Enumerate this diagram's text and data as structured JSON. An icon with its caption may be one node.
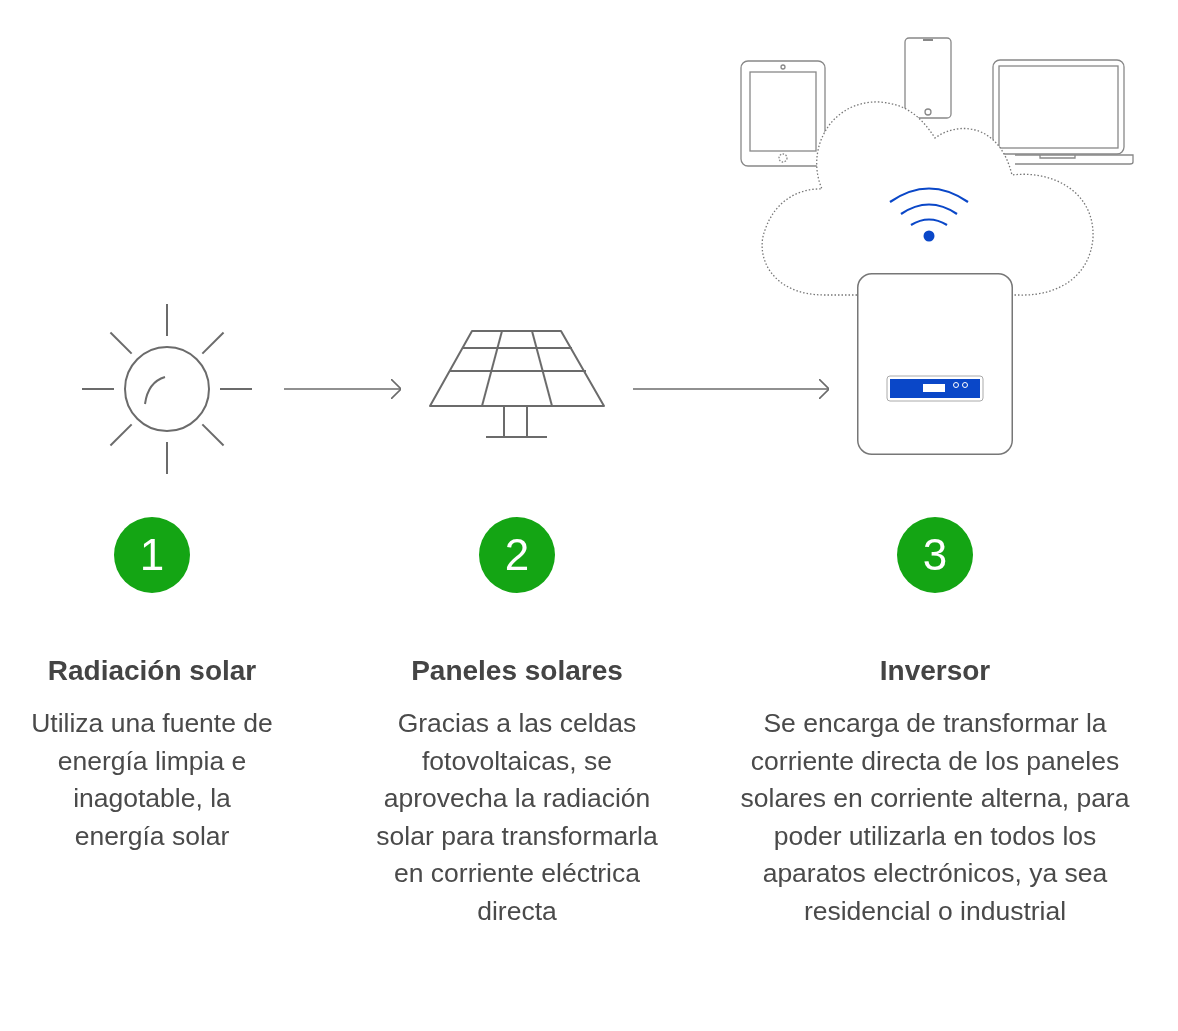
{
  "diagram": {
    "nodes": [
      {
        "text": [],
        "shape": "picture"
      },
      {
        "text": [],
        "shape": "picture"
      },
      {
        "text": [],
        "shape": "picture"
      }
    ],
    "edges": [
      {
        "from": 0,
        "to": 1,
        "arrow": "to"
      },
      {
        "from": 1,
        "to": 2,
        "arrow": "to"
      }
    ],
    "labels": [
      "1",
      "2",
      "3",
      "Radiación solar",
      "Paneles solares",
      "Inversor",
      "Utiliza una fuente de energía limpia e inagotable, la energía solar",
      "Gracias a las celdas fotovoltaicas, se aprovecha la radiación solar para transformarla en corriente eléctrica directa",
      "Se encarga de transformar la corriente directa de los paneles solares en corriente alterna, para poder utilizarla en todos los aparatos electrónicos, ya sea residencial o industrial"
    ]
  }
}
